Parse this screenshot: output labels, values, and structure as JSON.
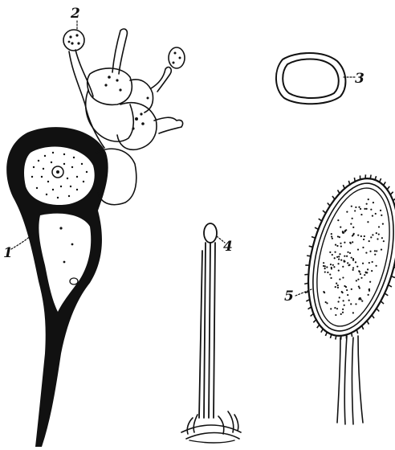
{
  "labels": {
    "fig1": "1",
    "fig2": "2",
    "fig3": "3",
    "fig4": "4",
    "fig5": "5"
  },
  "colors": {
    "ink": "#111111",
    "paper": "#ffffff"
  }
}
